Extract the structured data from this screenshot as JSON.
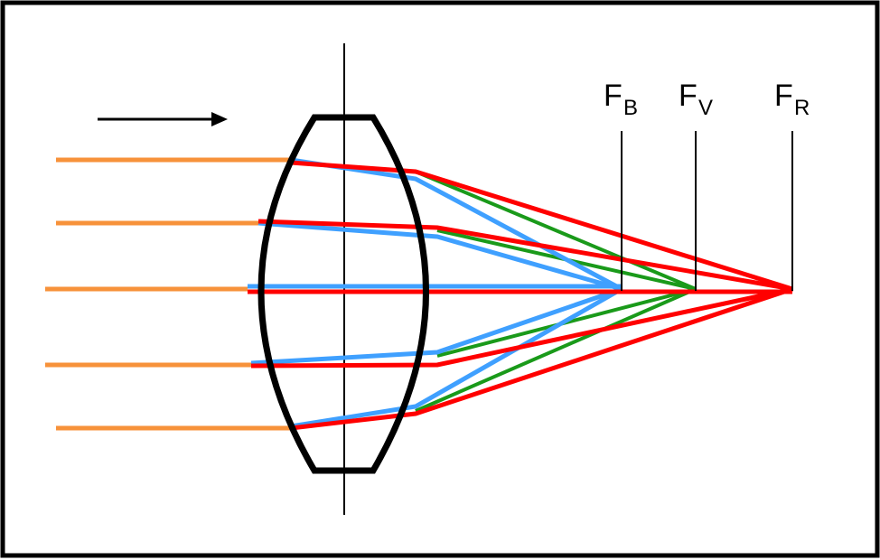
{
  "diagram": {
    "focal_points": [
      {
        "letter": "F",
        "subscript": "B"
      },
      {
        "letter": "F",
        "subscript": "V"
      },
      {
        "letter": "F",
        "subscript": "R"
      }
    ],
    "colors": {
      "incoming_ray": "#f7923a",
      "blue_ray": "#3fa0ff",
      "green_ray": "#1a9a1a",
      "red_ray": "#ff0000",
      "lens_outline": "#000000",
      "frame": "#000000"
    }
  }
}
